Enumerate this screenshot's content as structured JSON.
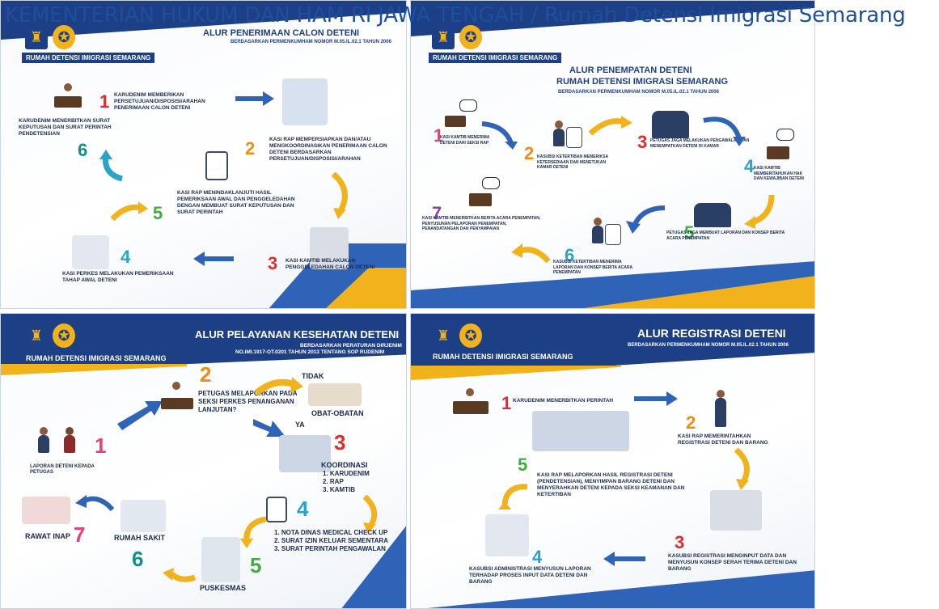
{
  "caption": "KEMENTERIAN HUKUM DAN HAM RI JAWA TENGAH / Rumah Detensi Imigrasi Semarang",
  "colors": {
    "navy": "#1d3f86",
    "yellow": "#f2b21c",
    "blue": "#2f63b8",
    "red": "#e22b2b"
  },
  "shared": {
    "detensi_label": "RUMAH DETENSI IMIGRASI SEMARANG",
    "logo_left_icon": "pengayoman-emblem-icon",
    "logo_right_icon": "imigrasi-seal-icon"
  },
  "panel1": {
    "title": "ALUR PENERIMAAN CALON DETENI",
    "subtitle": "BERDASARKAN PERMENKUMHAM NOMOR M.05.IL.02.1 TAHUN 2006",
    "steps": [
      {
        "num": "1",
        "text": "KARUDENIM MEMBERIKAN PERSETUJUAN/DISPOSISI/ARAHAN PENERIMAAN CALON DETENI"
      },
      {
        "num": "2",
        "text": "KASI RAP MEMPERSIAPKAN DAN/ATAU MENGKOORDINASIKAN PENERIMAAN CALON DETENI BERDASARKAN PERSETUJUAN/DISPOSISI/ARAHAN"
      },
      {
        "num": "3",
        "text": "KASI KAMTIB MELAKUKAN PENGGELEDAHAN CALON DETENI"
      },
      {
        "num": "4",
        "text": "KASI PERKES MELAKUKAN PEMERIKSAAN TAHAP AWAL DETENI"
      },
      {
        "num": "5",
        "text": "KASI RAP MENINDAKLANJUTI HASIL PEMERIKSAAN AWAL DAN PENGGELEDAHAN DENGAN MEMBUAT SURAT KEPUTUSAN DAN SURAT PERINTAH"
      },
      {
        "num": "6",
        "text": "KARUDENIM MENERBITKAN SURAT KEPUTUSAN DAN SURAT PERINTAH PENDETENSIAN"
      }
    ]
  },
  "panel2": {
    "title_line1": "ALUR PENEMPATAN DETENI",
    "title_line2": "RUMAH DETENSI IMIGRASI SEMARANG",
    "subtitle": "BERDASARKAN PERMENKUMHAM NOMOR M.05.IL.02.1 TAHUN 2006",
    "steps": [
      {
        "num": "1",
        "text": "KASI KAMTIB MENERIMA DETENI DARI SEKSI RAP"
      },
      {
        "num": "2",
        "text": "KASUBSI KETERTIBAN MEMERIKSA KETERSEDIAAN DAN MENETUKAN KAMAR DETENI"
      },
      {
        "num": "3",
        "text": "PETUGAS JAGA MELAKUKAN PENGAWALAN DAN MENEMPATKAN DETENI DI KAMAR"
      },
      {
        "num": "4",
        "text": "KASI KAMTIB MEMBERITAHUKAN HAK DAN KEWAJIBAN DETENI"
      },
      {
        "num": "5",
        "text": "PETUGAS JAGA MEMBUAT LAPORAN DAN KONSEP BERITA ACARA PENEMPATAN"
      },
      {
        "num": "6",
        "text": "KASUBSI KETERTIBAN MENERIMA LAPORAN DAN KONSEP BERITA ACARA PENEMPATAN"
      },
      {
        "num": "7",
        "text": "KASI KAMTIB MENERBITKAN BERITA ACARA PENEMPATAN, PENYUSUNAN PELAPORAN PENEMPATAN, PENANDATANGAN DAN PENYAMPAIAN"
      }
    ]
  },
  "panel3": {
    "title": "ALUR PELAYANAN KESEHATAN DETENI",
    "subtitle_line1": "BERDASARKAN PERATURAN DIRJENIM",
    "subtitle_line2": "NO.IMI.1917-OT.0201 TAHUN 2013 TENTANG SOP RUDENIM",
    "step1": {
      "num": "1",
      "text": "LAPORAN DETENI KEPADA PETUGAS"
    },
    "step2": {
      "num": "2",
      "text": "PETUGAS MELAPORKAN PADA SEKSI PERKES PENANGANAN LANJUTAN?"
    },
    "tidak": "TIDAK",
    "obat": "OBAT-OBATAN",
    "ya": "YA",
    "step3": {
      "num": "3",
      "title": "KOORDINASI",
      "items": [
        "1. KARUDENIM",
        "2. RAP",
        "3. KAMTIB"
      ]
    },
    "step4": {
      "num": "4",
      "items": [
        "1. NOTA DINAS MEDICAL CHECK UP",
        "2. SURAT IZIN KELUAR SEMENTARA",
        "3. SURAT PERINTAH PENGAWALAN"
      ]
    },
    "step5": {
      "num": "5",
      "label": "PUSKESMAS"
    },
    "step6": {
      "num": "6",
      "label": "RUMAH SAKIT"
    },
    "step7": {
      "num": "7",
      "label": "RAWAT INAP"
    }
  },
  "panel4": {
    "title": "ALUR REGISTRASI DETENI",
    "subtitle": "BERDASARKAN PERMENKUMHAM NOMOR M.05.IL.02.1 TAHUN 2006",
    "steps": [
      {
        "num": "1",
        "text": "KARUDENIM MENERBITKAN PERINTAH"
      },
      {
        "num": "2",
        "text": "KASI RAP MEMERINTAHKAN REGISTRASI DETENI DAN BARANG"
      },
      {
        "num": "3",
        "text": "KASUBSI REGISTRASI MENGINPUT DATA DAN MENYUSUN KONSEP SERAH TERIMA DETENI DAN BARANG"
      },
      {
        "num": "4",
        "text": "KASUBSI ADMINISTRASI MENYUSUN LAPORAN TERHADAP PROSES INPUT DATA DETENI DAN BARANG"
      },
      {
        "num": "5",
        "text": "KASI RAP MELAPORKAN HASIL REGISTRASI DETENI (PENDETENSIAN), MENYIMPAN BARANG DETENI DAN MENYERAHKAN DETENI KEPADA SEKSI KEAMANAN DAN KETERTIBAN"
      }
    ]
  }
}
